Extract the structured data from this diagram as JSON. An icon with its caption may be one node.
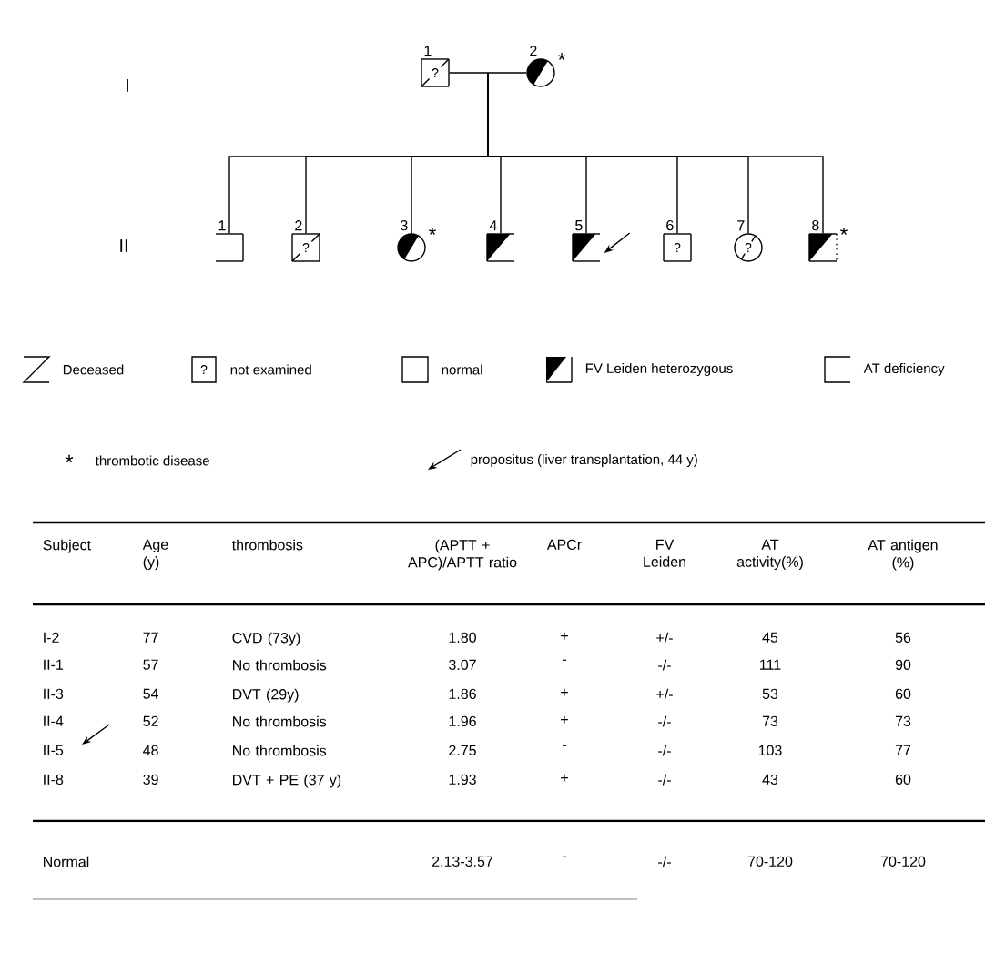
{
  "diagram": {
    "nodes": [
      {
        "text": [
          "?"
        ],
        "beside": [
          "1"
        ]
      },
      {
        "text": [],
        "shape": "circle",
        "beside": [
          "2",
          "*"
        ]
      },
      {
        "text": [],
        "shape": "box",
        "beside": [
          "1"
        ]
      },
      {
        "text": [
          "?"
        ],
        "beside": [
          "2"
        ]
      },
      {
        "text": [],
        "shape": "circle",
        "beside": [
          "3",
          "*"
        ]
      },
      {
        "text": [],
        "shape": "box",
        "beside": [
          "4"
        ]
      },
      {
        "text": [],
        "shape": "box",
        "beside": [
          "5"
        ]
      },
      {
        "text": [
          "?"
        ],
        "beside": [
          "6"
        ]
      },
      {
        "text": [
          "?"
        ],
        "beside": [
          "7"
        ]
      },
      {
        "text": [],
        "shape": "box",
        "beside": [
          "8",
          "*"
        ]
      }
    ],
    "edges": [
      {
        "from": 0,
        "to": 1,
        "arrow": "none"
      },
      {
        "from": 0,
        "to": 2,
        "arrow": "none"
      },
      {
        "from": 1,
        "to": 2,
        "arrow": "none"
      },
      {
        "from": 0,
        "to": 3,
        "arrow": "none"
      },
      {
        "from": 1,
        "to": 3,
        "arrow": "none"
      },
      {
        "from": 0,
        "to": 4,
        "arrow": "none"
      },
      {
        "from": 1,
        "to": 4,
        "arrow": "none"
      },
      {
        "from": 0,
        "to": 5,
        "arrow": "none"
      },
      {
        "from": 1,
        "to": 5,
        "arrow": "none"
      },
      {
        "from": 0,
        "to": 6,
        "arrow": "none"
      },
      {
        "from": 1,
        "to": 6,
        "arrow": "none"
      },
      {
        "from": 0,
        "to": 7,
        "arrow": "none"
      },
      {
        "from": 1,
        "to": 7,
        "arrow": "none"
      },
      {
        "from": 0,
        "to": 8,
        "arrow": "none"
      },
      {
        "from": 1,
        "to": 8,
        "arrow": "none"
      },
      {
        "from": 0,
        "to": 9,
        "arrow": "none"
      },
      {
        "from": 1,
        "to": 9,
        "arrow": "none"
      },
      {
        "from": null,
        "to": 6,
        "arrow": "to"
      }
    ],
    "labels": [
      "I",
      "II",
      "?",
      "*",
      "Subject",
      "Age (y)",
      "thrombosis",
      "(APTT + APC)/APTT ratio",
      "APCr",
      "FV Leiden",
      "AT activity(%)",
      "AT antigen (%)",
      "I-2",
      "77",
      "CVD (73y)",
      "1.80",
      "+",
      "+/-",
      "45",
      "56",
      "II-1",
      "57",
      "No thrombosis",
      "3.07",
      "-",
      "-/-",
      "111",
      "90",
      "II-3",
      "54",
      "DVT (29y)",
      "1.86",
      "+",
      "+/-",
      "53",
      "60",
      "II-4",
      "52",
      "No thrombosis",
      "1.96",
      "+",
      "-/-",
      "73",
      "73",
      "II-5",
      "48",
      "No thrombosis",
      "2.75",
      "-",
      "-/-",
      "103",
      "77",
      "II-8",
      "39",
      "DVT + PE (37 y)",
      "1.93",
      "+",
      "-/-",
      "43",
      "60",
      "Normal",
      "2.13-3.57",
      "-",
      "-/-",
      "70-120",
      "70-120"
    ],
    "legend": [
      {
        "text": "Deceased"
      },
      {
        "text": "not examined"
      },
      {
        "text": "normal"
      },
      {
        "text": "FV Leiden heterozygous"
      },
      {
        "text": "AT deficiency"
      },
      {
        "text": "thrombotic disease"
      },
      {
        "text": "propositus (liver transplantation, 44 y)"
      }
    ]
  }
}
